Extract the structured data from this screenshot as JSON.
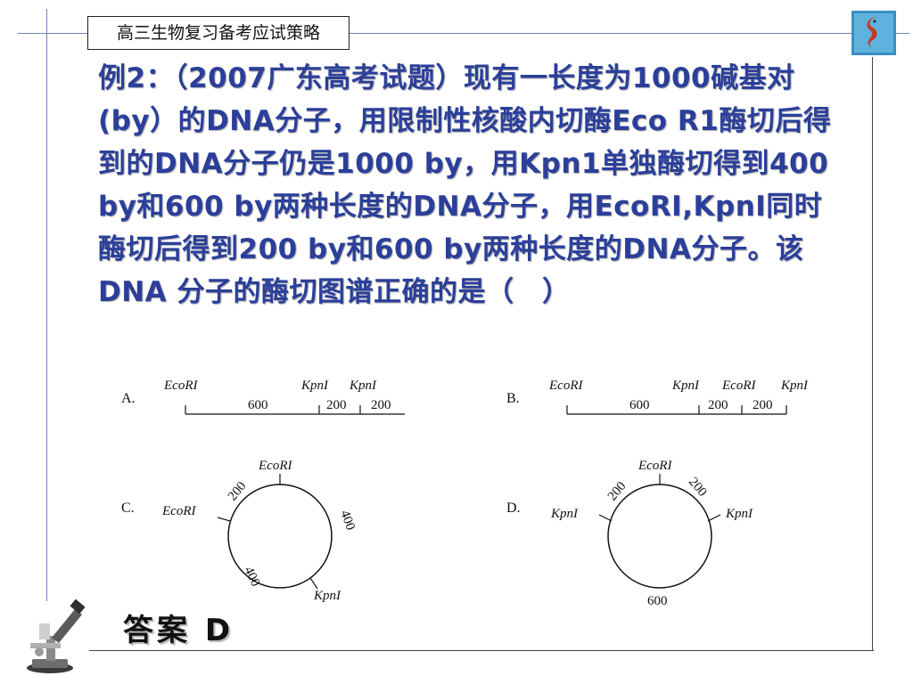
{
  "header": {
    "title": "高三生物复习备考应试策略"
  },
  "question": {
    "text": "例2：（2007广东高考试题）现有一长度为1000碱基对(by）的DNA分子，用限制性核酸内切酶Eco R1酶切后得到的DNA分子仍是1000 by，用Kpn1单独酶切得到400 by和600 by两种长度的DNA分子，用EcoRI,KpnI同时酶切后得到200 by和600 by两种长度的DNA分子。该DNA 分子的酶切图谱正确的是（　）"
  },
  "options": {
    "a": {
      "letter": "A.",
      "site1": "EcoRI",
      "site2": "KpnI",
      "site3": "KpnI",
      "seg1": "600",
      "seg2": "200",
      "seg3": "200"
    },
    "b": {
      "letter": "B.",
      "site1": "EcoRI",
      "site2": "KpnI",
      "site3": "EcoRI",
      "site4": "KpnI",
      "seg1": "600",
      "seg2": "200",
      "seg3": "200"
    },
    "c": {
      "letter": "C.",
      "top": "EcoRI",
      "left": "EcoRI",
      "bottom_right": "KpnI",
      "arc_top_left": "200",
      "arc_right": "400",
      "arc_bottom_left": "400"
    },
    "d": {
      "letter": "D.",
      "top": "EcoRI",
      "left": "KpnI",
      "right": "KpnI",
      "arc_top_left": "200",
      "arc_top_right": "200",
      "arc_bottom": "600"
    }
  },
  "answer": {
    "label": "答案 D"
  },
  "colors": {
    "question_text": "#2b3f9a",
    "frame_line": "#6f86b8"
  },
  "icons": {
    "logo": "seahorse-logo-icon",
    "decoration": "microscope-icon"
  }
}
